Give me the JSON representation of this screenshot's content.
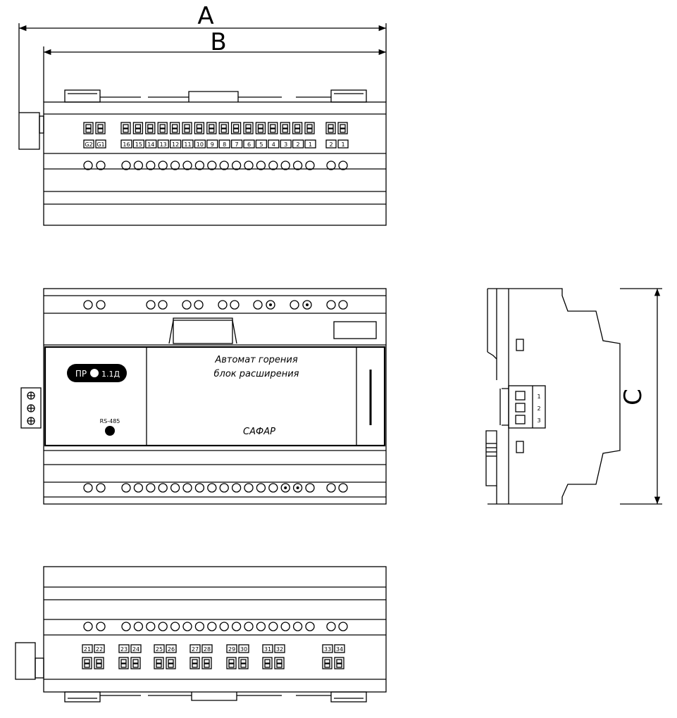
{
  "dimensions": {
    "a": "A",
    "b": "B",
    "c": "C"
  },
  "front_panel": {
    "title_line1": "Автомат горения",
    "title_line2": "блок расширения",
    "product": "САФАР",
    "port": "RS-485",
    "logo_left": "ПР",
    "logo_right": "1.1Д"
  },
  "top_view": {
    "left_labels": [
      "G2",
      "G1"
    ],
    "middle_labels": [
      "16",
      "15",
      "14",
      "13",
      "12",
      "11",
      "10",
      "9",
      "8",
      "7",
      "6",
      "5",
      "4",
      "3",
      "2",
      "1"
    ],
    "right_labels": [
      "2",
      "1"
    ]
  },
  "bottom_view": {
    "groups": [
      [
        "21",
        "22"
      ],
      [
        "23",
        "24"
      ],
      [
        "25",
        "26"
      ],
      [
        "27",
        "28"
      ],
      [
        "29",
        "30"
      ],
      [
        "31",
        "32"
      ],
      [
        "33",
        "34"
      ]
    ]
  },
  "side_view": {
    "connector_labels": [
      "1",
      "2",
      "3"
    ]
  }
}
